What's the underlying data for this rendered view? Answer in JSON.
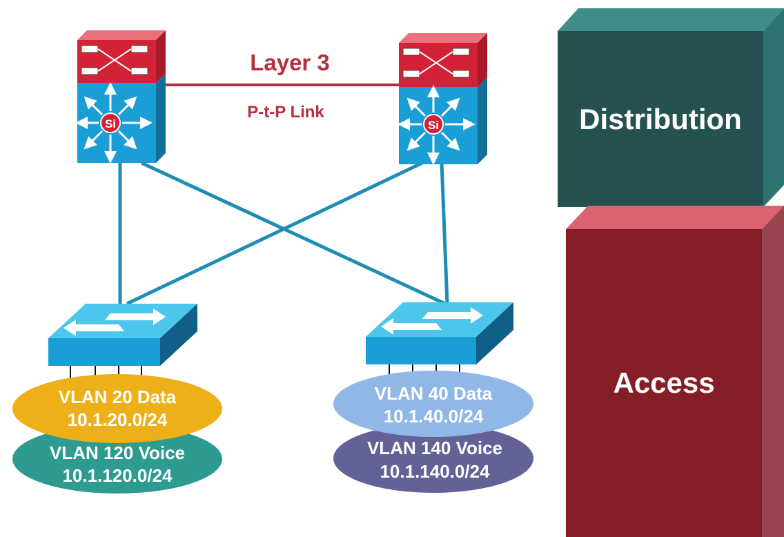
{
  "link": {
    "title": "Layer 3",
    "subtitle": "P-t-P Link"
  },
  "switches": {
    "left": {
      "badge": "Si"
    },
    "right": {
      "badge": "Si"
    }
  },
  "vlans": {
    "left_data": {
      "name": "VLAN 20 Data",
      "subnet": "10.1.20.0/24",
      "color": "#eeb018"
    },
    "left_voice": {
      "name": "VLAN 120 Voice",
      "subnet": "10.1.120.0/24",
      "color": "#2e9b91"
    },
    "right_data": {
      "name": "VLAN 40 Data",
      "subnet": "10.1.40.0/24",
      "color": "#8fb8e6"
    },
    "right_voice": {
      "name": "VLAN 140 Voice",
      "subnet": "10.1.140.0/24",
      "color": "#636297"
    }
  },
  "layers": {
    "distribution": {
      "label": "Distribution",
      "color": "#255151"
    },
    "access": {
      "label": "Access",
      "color": "#861e27"
    }
  },
  "colors": {
    "uplink": "#1e8db4",
    "p2p_link": "#b5303f",
    "router_red": "#d32236",
    "switch_blue": "#199ed6"
  }
}
